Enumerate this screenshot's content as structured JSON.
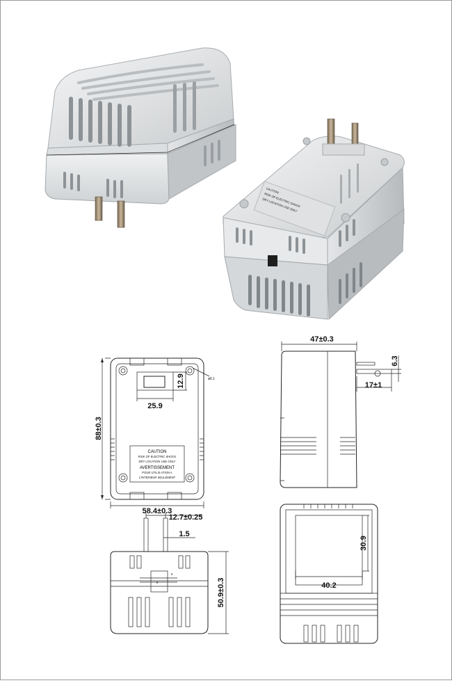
{
  "photos": {
    "front_view_alt": "adapter-front-photo",
    "back_view_alt": "adapter-back-photo",
    "label_text": [
      "CAUTION",
      "RISK OF ELECTRIC SHOCK",
      "DRY LOCATION USE ONLY"
    ]
  },
  "drawing": {
    "front": {
      "height": "88±0.3",
      "width": "58.4±0.3",
      "window_width": "25.9",
      "window_height": "12.9",
      "hole_dia": "ø6.1",
      "label": {
        "l1": "CAUTION",
        "l2": "RISK OF ELECTRIC SHOCK",
        "l3": "DRY LOCATION USE ONLY",
        "l4": "AVERTISSEMENT",
        "l5": "POUR UTILIS ATION A",
        "l6": "L'INTERIEUR SEULEMENT"
      }
    },
    "side": {
      "depth": "47±0.3",
      "prong_len": "17±1",
      "prong_w": "6.3"
    },
    "bottom": {
      "prong_spacing": "12.7±0.25",
      "prong_thk": "1.5",
      "height": "50.9±0.3",
      "tiny_a": "6",
      "tiny_b": "6"
    },
    "rear": {
      "window_h": "30.9",
      "window_w": "40.2"
    }
  }
}
